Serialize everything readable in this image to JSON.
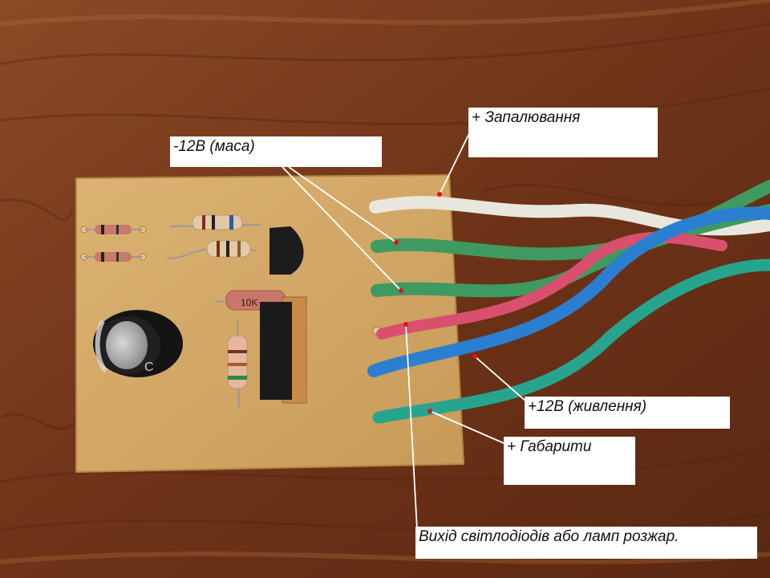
{
  "annotations": {
    "ignition": "+ Запалювання",
    "ground": "-12В (маса)",
    "power": "+12В (живлення)",
    "parking_lights": "+ Габарити",
    "output": "Вихід світлодіодів або ламп розжар."
  },
  "components": {
    "capacitor_marking": "C",
    "resistor_marking": "10K"
  },
  "colors": {
    "wood": "#7a3b1c",
    "pcb": "#d4a867",
    "wire_white": "#e9e6de",
    "wire_green": "#3f9a62",
    "wire_pink": "#d9506f",
    "wire_blue": "#2a7fd0",
    "wire_teal": "#27a48e",
    "leader_line": "#ffffff",
    "marker_dot": "#e0161b"
  }
}
